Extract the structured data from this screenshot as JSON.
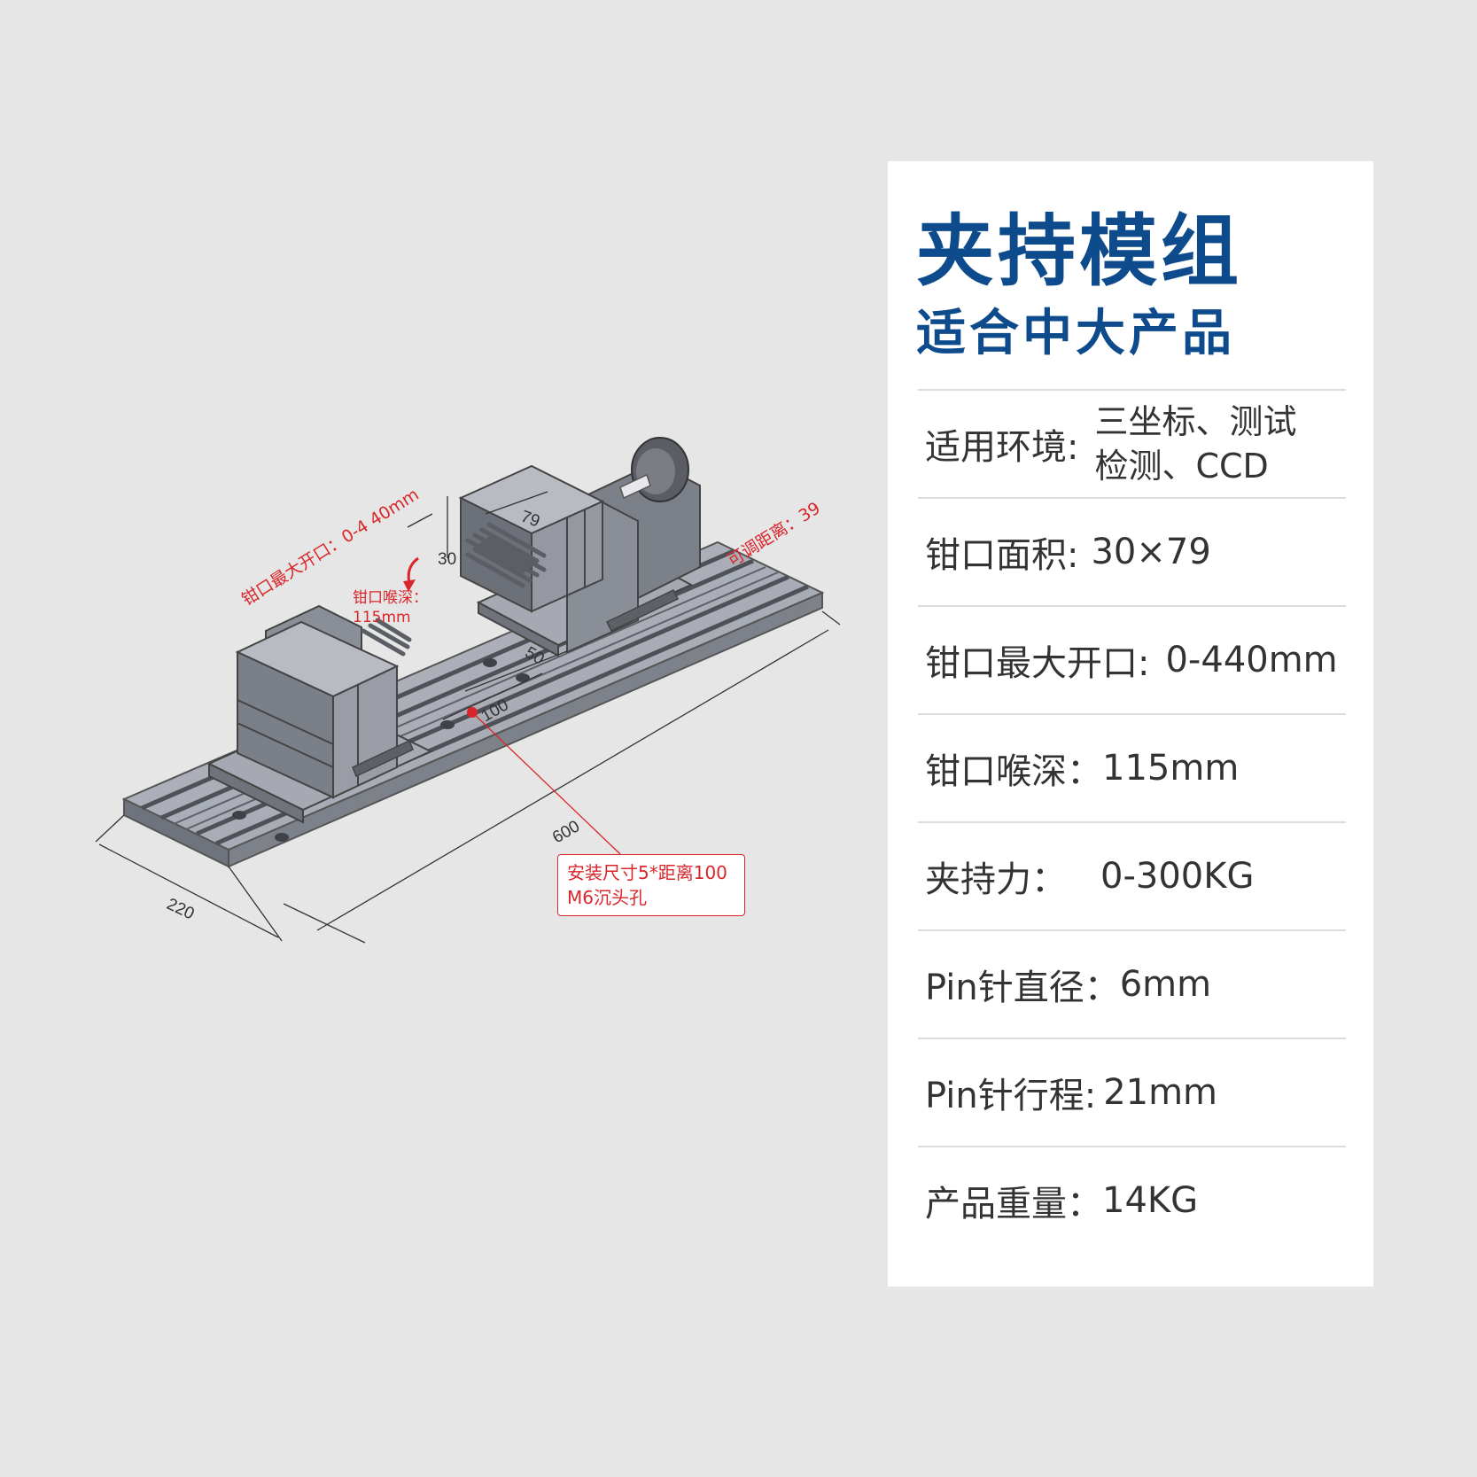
{
  "figure": {
    "dim_length": "600",
    "dim_width": "220",
    "dim_jaw_width": "79",
    "dim_jaw_height": "30",
    "dim_hole_spacing_a": "50",
    "dim_hole_spacing_b": "100",
    "note_max_opening": "钳口最大开口：0-4 40mm",
    "note_adjust_distance": "可调距离：39",
    "note_throat_depth_label": "钳口喉深：",
    "note_throat_depth_value": "115mm",
    "callout_line1": "安装尺寸5*距离100",
    "callout_line2": "M6沉头孔",
    "annotation_color": "#d9262b",
    "body_color": "#8d9098"
  },
  "card": {
    "title": "夹持模组",
    "subtitle": "适合中大产品",
    "accent_color": "#0e4b8c",
    "specs": [
      {
        "label": "适用环境:",
        "value_line1": "三坐标、测试",
        "value_line2": "检测、CCD"
      },
      {
        "label": "钳口面积:",
        "value": "30×79"
      },
      {
        "label": "钳口最大开口:",
        "value": "0-440mm"
      },
      {
        "label": "钳口喉深：",
        "value": "115mm"
      },
      {
        "label": "夹持力：",
        "value": "0-300KG"
      },
      {
        "label": "Pin针直径：",
        "value": "6mm"
      },
      {
        "label": "Pin针行程:",
        "value": "21mm"
      },
      {
        "label": "产品重量：",
        "value": "14KG"
      }
    ]
  }
}
